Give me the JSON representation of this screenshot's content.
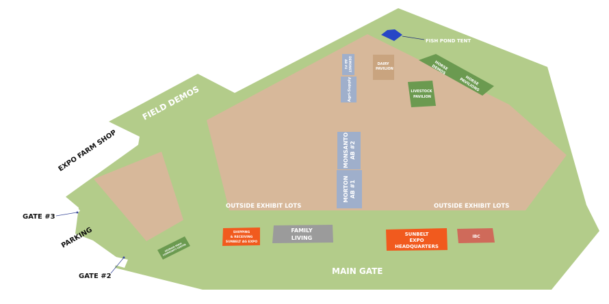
{
  "map": {
    "field_demos": "FIELD DEMOS",
    "expo_farm_shop": "EXPO FARM SHOP",
    "gate_3": "GATE #3",
    "parking": "PARKING",
    "gate_2": "GATE #2",
    "main_gate": "MAIN GATE",
    "fish_pond_tent": "FISH POND TENT",
    "outside_exhibit_lots_left": "OUTSIDE EXHIBIT LOTS",
    "outside_exhibit_lots_right": "OUTSIDE EXHIBIT LOTS"
  },
  "buildings": {
    "ag_small_top": {
      "line1": "DEMONST",
      "line2": "AB #4"
    },
    "agri_supply": "Agri-Supply",
    "dairy_pavilion": {
      "line1": "DAIRY",
      "line2": "PAVILION"
    },
    "horse_demos": {
      "line1": "HORSE",
      "line2": "DEMOS"
    },
    "horse_pavilions": {
      "line1": "HORSE",
      "line2": "PAVILIONS"
    },
    "livestock_pavilion": {
      "line1": "LIVESTOCK",
      "line2": "PAVILION"
    },
    "monsanto": {
      "line1": "MONSANTO",
      "line2": "AB #2"
    },
    "morton": {
      "line1": "MORTON",
      "line2": "AB #1"
    },
    "shipping": {
      "line1": "SHIPPING",
      "line2": "& RECEIVING",
      "line3": "SUNBELT AG EXPO"
    },
    "family_living": {
      "line1": "FAMILY",
      "line2": "LIVING"
    },
    "sunbelt_hq": {
      "line1": "SUNBELT",
      "line2": "EXPO",
      "line3": "HEADQUARTERS"
    },
    "ibc": "IBC",
    "small_green": {
      "line1": "GEORGIA FARM",
      "line2": "COMMUNITY CENTER"
    }
  },
  "colors": {
    "grass": "#b3cc8a",
    "dirt": "#d7b89a",
    "building_gray_blue": "#9fafcb",
    "orange": "#f15a1e",
    "green_building": "#6b9a50",
    "gray": "#9b9b9b",
    "salmon": "#cf6a5a",
    "fish_pond": "#2746c6",
    "tan_building": "#c9a47f"
  }
}
